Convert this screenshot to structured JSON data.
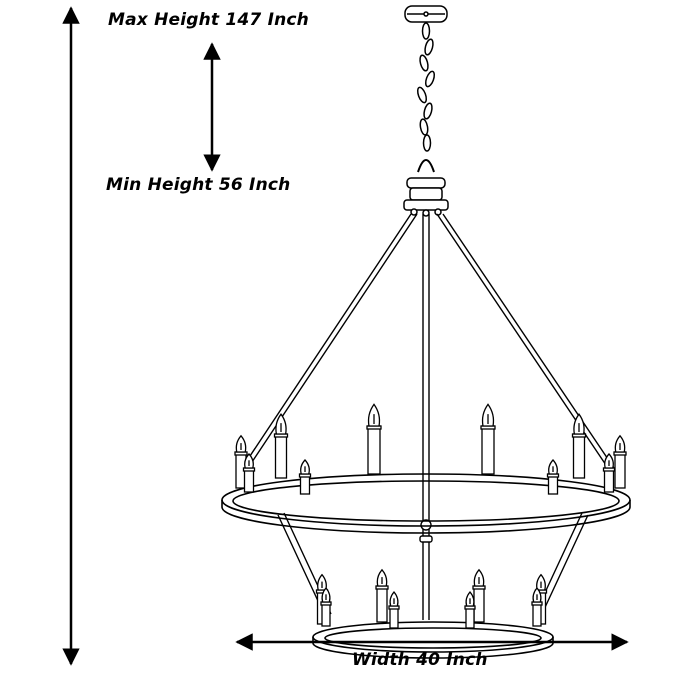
{
  "dimensions": {
    "max_height": "Max Height 147 Inch",
    "min_height": "Min Height 56 Inch",
    "width": "Width 40 Inch"
  },
  "colors": {
    "line": "#000000",
    "background": "#ffffff"
  }
}
